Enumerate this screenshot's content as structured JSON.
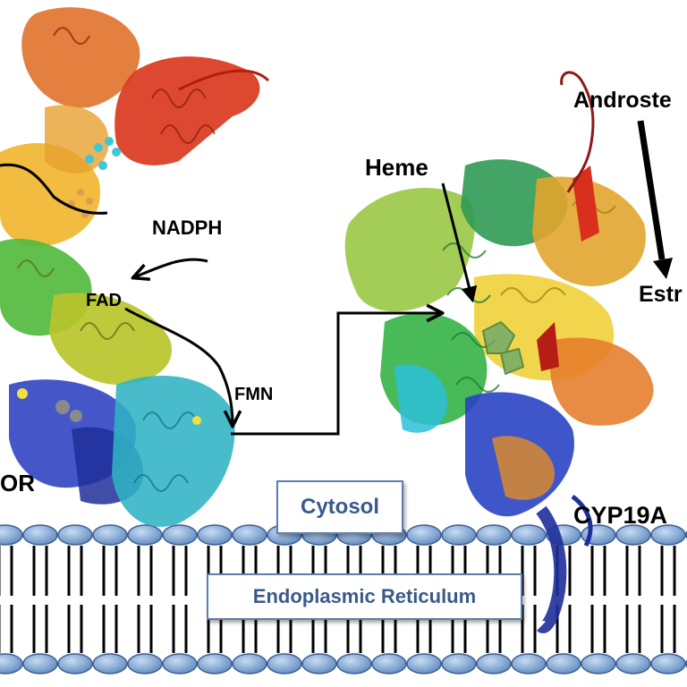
{
  "labels": {
    "nadph": "NADPH",
    "fad": "FAD",
    "fmn": "FMN",
    "heme": "Heme",
    "androstenedione": "Androste",
    "estrone": "Estr",
    "por": "OR",
    "cyp19a1": "CYP19A",
    "cytosol": "Cytosol",
    "er": "Endoplasmic Reticulum"
  },
  "colors": {
    "membrane_head": "#7fa6d4",
    "membrane_head_stroke": "#3c5f92",
    "box_border": "#5b7fb0",
    "box_text": "#3a5a8a",
    "arrow": "#000000"
  }
}
